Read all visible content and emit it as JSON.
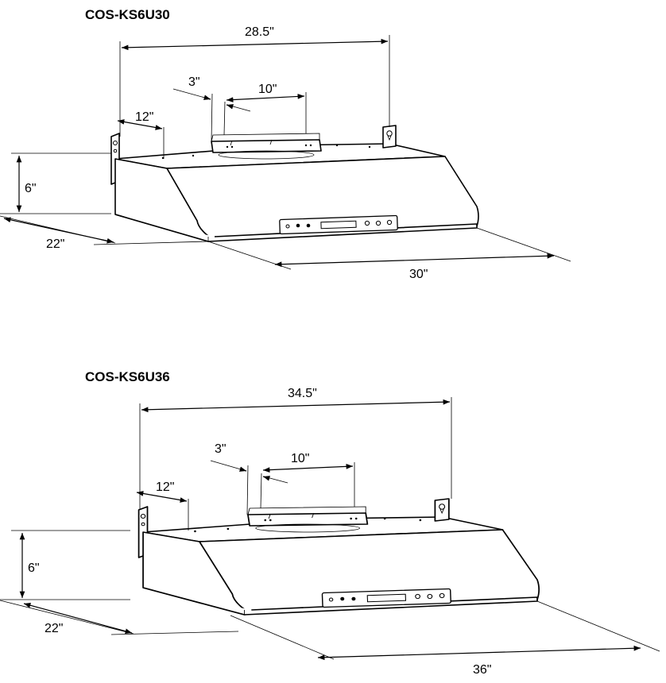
{
  "hoods": [
    {
      "model": "COS-KS6U30",
      "dims": {
        "mount_width": "28.5\"",
        "duct_offset": "3\"",
        "duct_width": "10\"",
        "side_offset": "12\"",
        "height": "6\"",
        "depth": "22\"",
        "width": "30\""
      }
    },
    {
      "model": "COS-KS6U36",
      "dims": {
        "mount_width": "34.5\"",
        "duct_offset": "3\"",
        "duct_width": "10\"",
        "side_offset": "12\"",
        "height": "6\"",
        "depth": "22\"",
        "width": "36\""
      }
    }
  ]
}
